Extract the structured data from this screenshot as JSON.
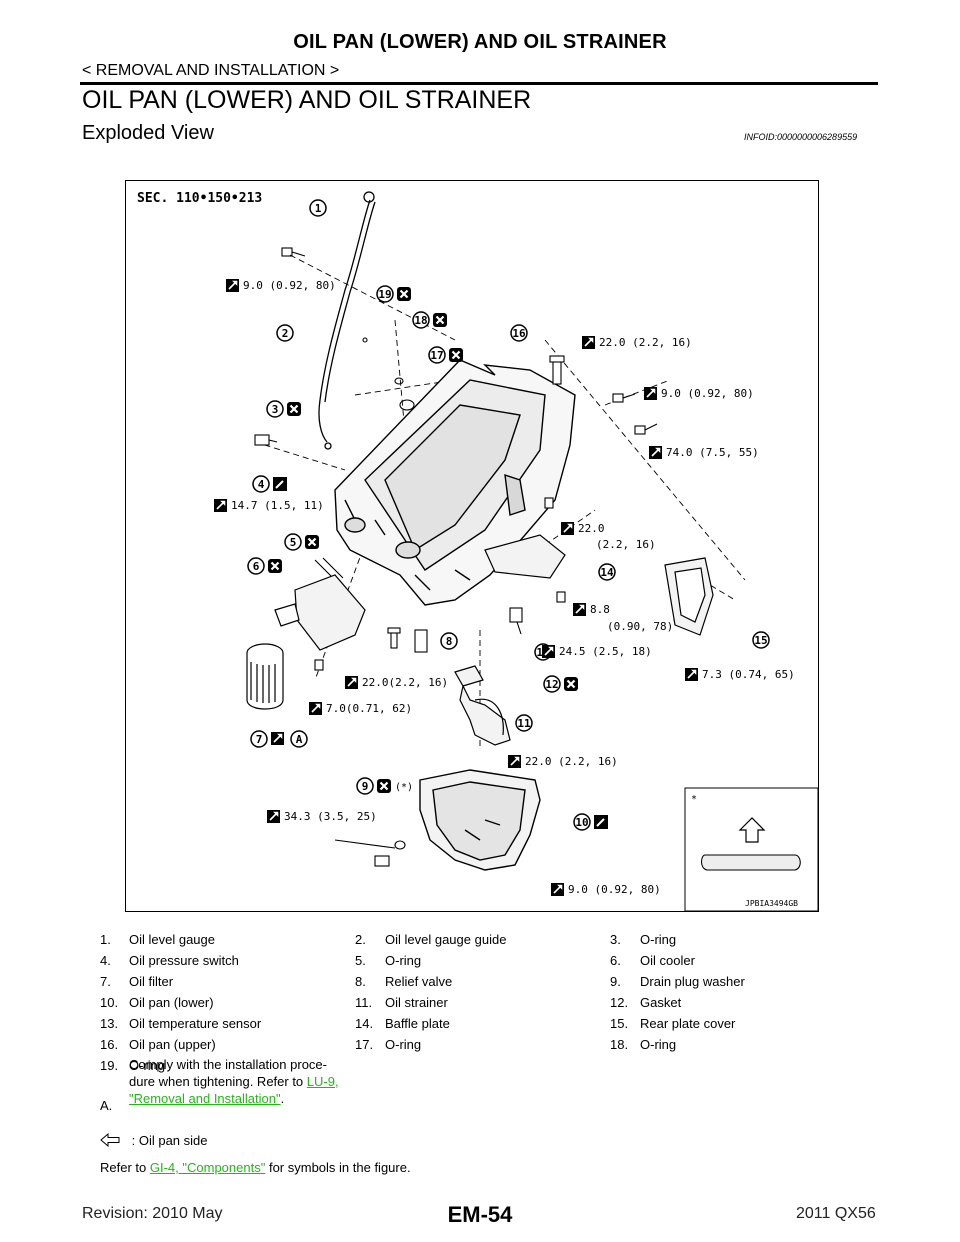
{
  "header": {
    "title": "OIL PAN (LOWER) AND OIL STRAINER",
    "breadcrumb": "< REMOVAL AND INSTALLATION >",
    "section_title": "OIL PAN (LOWER) AND OIL STRAINER",
    "sub_title": "Exploded View",
    "info_id": "INFOID:0000000006289559"
  },
  "diagram": {
    "sec_label": "SEC. 110•150•213",
    "image_code": "JPBIA3494GB",
    "inset_mark": "*",
    "star_label": "(*)",
    "callouts": [
      "1",
      "2",
      "3",
      "4",
      "5",
      "6",
      "7",
      "8",
      "9",
      "10",
      "11",
      "12",
      "13",
      "14",
      "15",
      "16",
      "17",
      "18",
      "19"
    ],
    "callout_a": "A",
    "torques": [
      "9.0 (0.92, 80)",
      "22.0 (2.2, 16)",
      "9.0 (0.92, 80)",
      "74.0 (7.5, 55)",
      "14.7 (1.5, 11)",
      "22.0",
      "(2.2, 16)",
      "8.8",
      "(0.90, 78)",
      "24.5 (2.5, 18)",
      "7.3 (0.74, 65)",
      "22.0(2.2, 16)",
      "7.0(0.71, 62)",
      "22.0 (2.2, 16)",
      "34.3 (3.5, 25)",
      "9.0 (0.92, 80)"
    ]
  },
  "legend": {
    "rows": [
      [
        {
          "n": "1.",
          "t": "Oil level gauge"
        },
        {
          "n": "2.",
          "t": "Oil level gauge guide"
        },
        {
          "n": "3.",
          "t": "O-ring"
        }
      ],
      [
        {
          "n": "4.",
          "t": "Oil pressure switch"
        },
        {
          "n": "5.",
          "t": "O-ring"
        },
        {
          "n": "6.",
          "t": "Oil cooler"
        }
      ],
      [
        {
          "n": "7.",
          "t": "Oil filter"
        },
        {
          "n": "8.",
          "t": "Relief valve"
        },
        {
          "n": "9.",
          "t": "Drain plug washer"
        }
      ],
      [
        {
          "n": "10.",
          "t": "Oil pan (lower)"
        },
        {
          "n": "11.",
          "t": "Oil strainer"
        },
        {
          "n": "12.",
          "t": "Gasket"
        }
      ],
      [
        {
          "n": "13.",
          "t": "Oil temperature sensor"
        },
        {
          "n": "14.",
          "t": "Baffle plate"
        },
        {
          "n": "15.",
          "t": "Rear plate cover"
        }
      ],
      [
        {
          "n": "16.",
          "t": "Oil pan (upper)"
        },
        {
          "n": "17.",
          "t": "O-ring"
        },
        {
          "n": "18.",
          "t": "O-ring"
        }
      ],
      [
        {
          "n": "19.",
          "t": "O-ring"
        }
      ]
    ],
    "note_a_label": "A.",
    "note_a_line1": "Comply with the installation proce-",
    "note_a_line2": "dure when tightening. Refer to",
    "note_a_link1": "LU-9,",
    "note_a_link2": "\"Removal and Installation\"",
    "note_a_end": ".",
    "arrow_text": ": Oil pan side",
    "refer_pre": "Refer to",
    "refer_link": "GI-4, \"Components\"",
    "refer_post": "for symbols in the figure."
  },
  "footer": {
    "revision": "Revision: 2010 May",
    "page": "EM-54",
    "model": "2011 QX56"
  }
}
